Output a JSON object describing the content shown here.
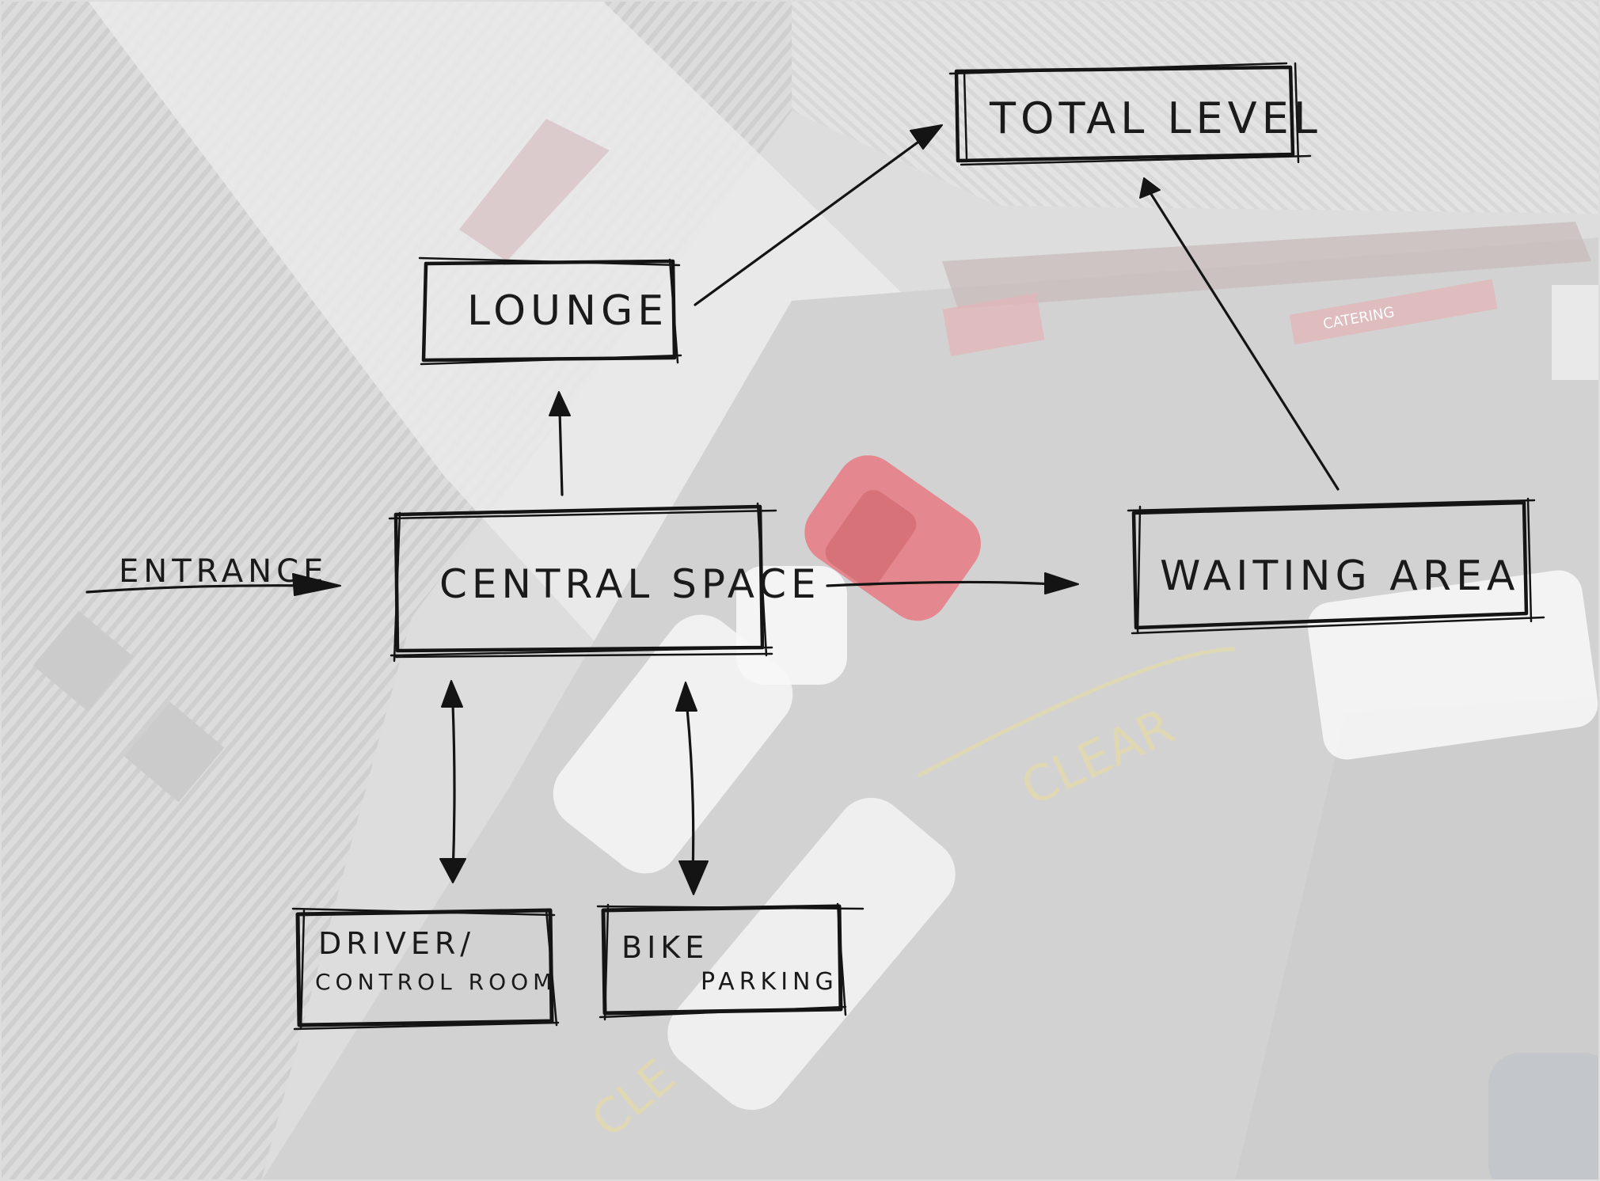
{
  "diagram": {
    "nodes": {
      "total_level": "TOTAL LEVEL",
      "lounge": "LOUNGE",
      "central_space": "CENTRAL SPACE",
      "waiting_area": "WAITING AREA",
      "driver_room_line1": "DRIVER/",
      "driver_room_line2": "CONTROL ROOM",
      "bike_parking_line1": "BIKE",
      "bike_parking_line2": "PARKING"
    },
    "entrance_label": "ENTRANCE",
    "edges": [
      {
        "from": "entrance",
        "to": "central_space",
        "direction": "one-way"
      },
      {
        "from": "central_space",
        "to": "lounge",
        "direction": "one-way"
      },
      {
        "from": "lounge",
        "to": "total_level",
        "direction": "one-way"
      },
      {
        "from": "central_space",
        "to": "waiting_area",
        "direction": "one-way"
      },
      {
        "from": "waiting_area",
        "to": "total_level",
        "direction": "one-way"
      },
      {
        "from": "central_space",
        "to": "driver_room",
        "direction": "two-way"
      },
      {
        "from": "central_space",
        "to": "bike_parking",
        "direction": "two-way"
      }
    ],
    "background_markings": {
      "road_marking_1": "CLEAR",
      "road_marking_2": "CLE",
      "sign_text": "CATERING"
    },
    "colors": {
      "ink": "#141414",
      "photo_tint": "#cfcfcf",
      "car_red": "#e05560",
      "road_paint": "#d9cf9a"
    }
  }
}
